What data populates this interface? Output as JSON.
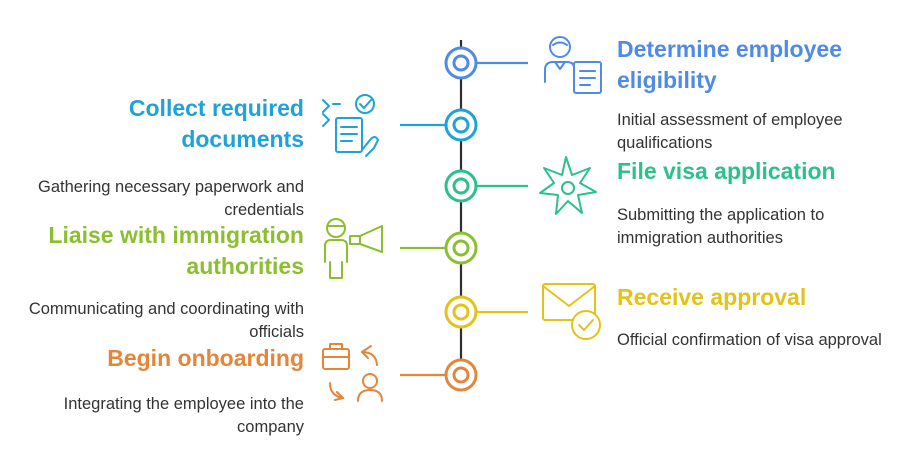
{
  "colors": {
    "blue": "#4f8ae6",
    "cyan": "#1fa2d8",
    "teal": "#2cc08a",
    "green": "#8cbf2f",
    "yellow": "#e3c318",
    "orange": "#e5853a",
    "spine": "#2f2f2f"
  },
  "steps": [
    {
      "side": "right",
      "title": "Determine employee eligibility",
      "description": "Initial assessment of employee qualifications",
      "icon": "person-document-icon",
      "color": "#4f8ae6"
    },
    {
      "side": "left",
      "title": "Collect required documents",
      "description": "Gathering necessary paperwork and credentials",
      "icon": "checklist-hand-icon",
      "color": "#1fa2d8"
    },
    {
      "side": "right",
      "title": "File visa application",
      "description": "Submitting the application to immigration authorities",
      "icon": "star-compass-icon",
      "color": "#2cc08a"
    },
    {
      "side": "left",
      "title": "Liaise with immigration authorities",
      "description": "Communicating and coordinating with officials",
      "icon": "megaphone-person-icon",
      "color": "#8cbf2f"
    },
    {
      "side": "right",
      "title": "Receive approval",
      "description": "Official confirmation of visa approval",
      "icon": "envelope-check-icon",
      "color": "#e3c318"
    },
    {
      "side": "left",
      "title": "Begin onboarding",
      "description": "Integrating the employee into the company",
      "icon": "briefcase-person-icon",
      "color": "#e5853a"
    }
  ]
}
